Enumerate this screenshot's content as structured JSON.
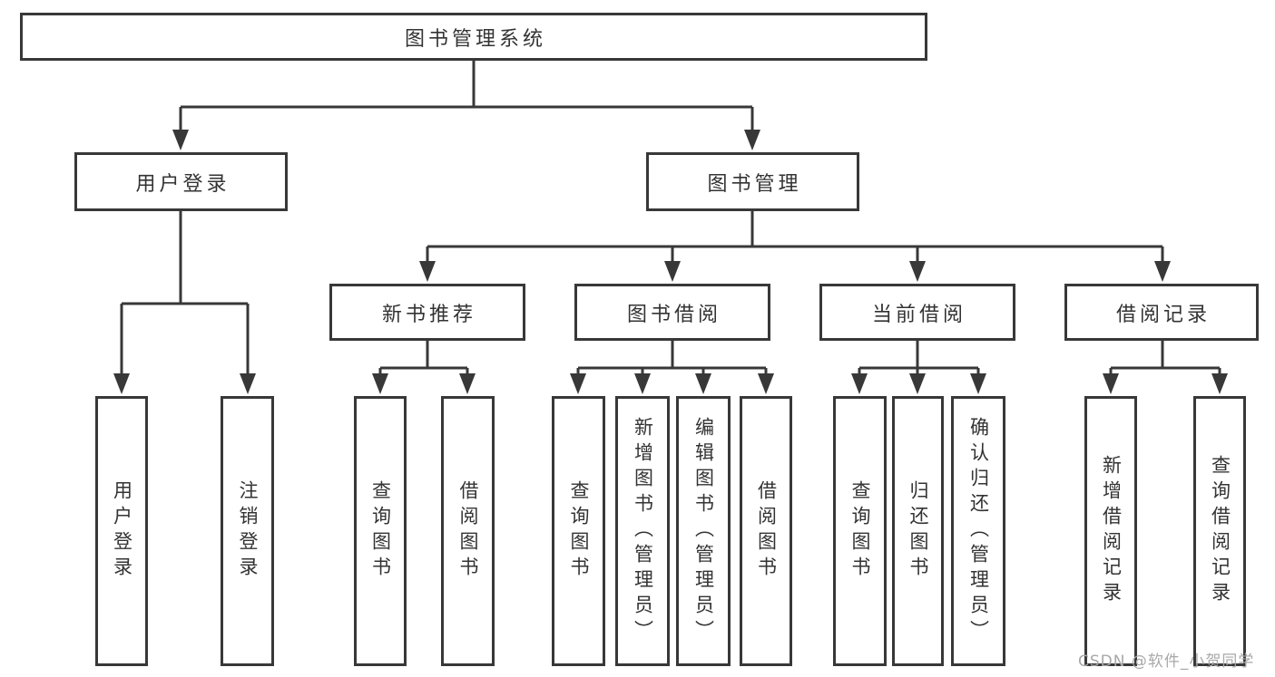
{
  "watermark": {
    "text": "CSDN @软件_小贺同学"
  },
  "diagram": {
    "type": "tree",
    "colors": {
      "line": "#383838",
      "box_border": "#383838",
      "text": "#333333",
      "background": "#ffffff",
      "watermark_text": "#a8a8a8"
    },
    "root": {
      "label": "图书管理系统"
    },
    "branches": [
      {
        "label": "用户登录",
        "children": [
          {
            "label": "用户登录"
          },
          {
            "label": "注销登录"
          }
        ]
      },
      {
        "label": "图书管理",
        "children": [
          {
            "label": "新书推荐",
            "children": [
              {
                "label": "查询图书"
              },
              {
                "label": "借阅图书"
              }
            ]
          },
          {
            "label": "图书借阅",
            "children": [
              {
                "label": "查询图书"
              },
              {
                "label": "新增图书（管理员）"
              },
              {
                "label": "编辑图书（管理员）"
              },
              {
                "label": "借阅图书"
              }
            ]
          },
          {
            "label": "当前借阅",
            "children": [
              {
                "label": "查询图书"
              },
              {
                "label": "归还图书"
              },
              {
                "label": "确认归还（管理员）"
              }
            ]
          },
          {
            "label": "借阅记录",
            "children": [
              {
                "label": "新增借阅记录"
              },
              {
                "label": "查询借阅记录"
              }
            ]
          }
        ]
      }
    ]
  }
}
